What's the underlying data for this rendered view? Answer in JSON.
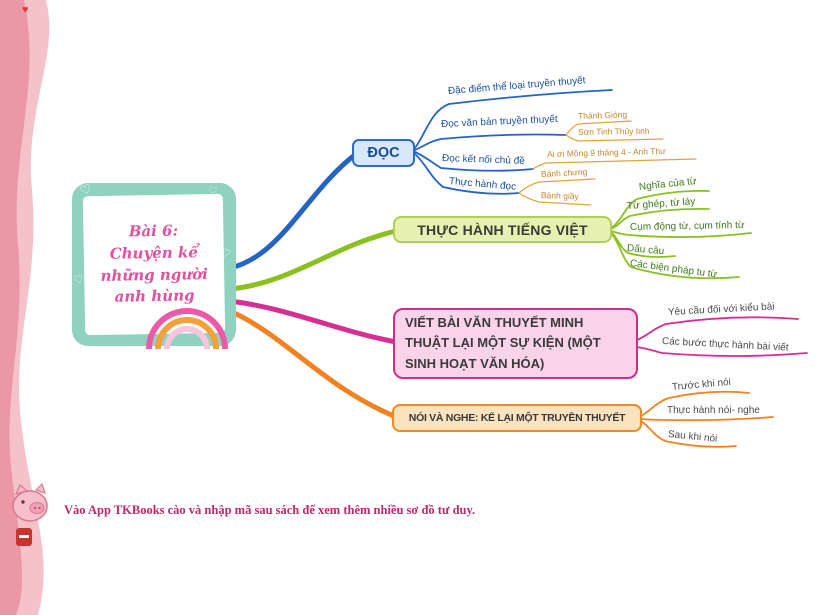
{
  "center": {
    "lines": [
      "Bài 6:",
      "Chuyện kể",
      "những người",
      "anh hùng"
    ],
    "text_color": "#e0519f",
    "frame_color": "#8ed2bf"
  },
  "branches": [
    {
      "label": "ĐỌC",
      "color": "#2563c4",
      "fill": "#d6e9f8",
      "children": [
        {
          "label": "Đặc điểm thể loại truyền thuyết"
        },
        {
          "label": "Đọc văn bản truyền thuyết",
          "children": [
            {
              "label": "Thánh Gióng"
            },
            {
              "label": "Sơn Tinh Thủy tinh"
            }
          ]
        },
        {
          "label": "Đọc kết nối chủ đề",
          "children": [
            {
              "label": "Ai ơi Mồng 9 tháng 4 - Anh Thư"
            }
          ]
        },
        {
          "label": "Thực hành đọc",
          "children": [
            {
              "label": "Bánh chưng"
            },
            {
              "label": "Bánh giầy"
            }
          ]
        }
      ]
    },
    {
      "label": "THỰC HÀNH TIẾNG VIỆT",
      "color": "#8cc020",
      "fill": "#e6f0b0",
      "children": [
        {
          "label": "Nghĩa của từ"
        },
        {
          "label": "Từ ghép, từ láy"
        },
        {
          "label": "Cụm động từ, cụm tính từ"
        },
        {
          "label": "Dấu câu"
        },
        {
          "label": "Các biện pháp tu từ"
        }
      ]
    },
    {
      "label": "VIẾT BÀI VĂN THUYẾT MINH THUẬT LẠI MỘT SỰ KIỆN (MỘT SINH HOẠT VĂN HÓA)",
      "label_lines": [
        "VIẾT BÀI VĂN THUYẾT MINH",
        "THUẬT LẠI MỘT SỰ KIỆN (MỘT",
        "SINH HOẠT VĂN HÓA)"
      ],
      "color": "#d62f92",
      "fill": "#f8d3e9",
      "children": [
        {
          "label": "Yêu cầu đối với kiểu bài"
        },
        {
          "label": "Các bước thực hành bài viết"
        }
      ]
    },
    {
      "label": "NÓI VÀ NGHE: KỂ LẠI MỘT TRUYỀN THUYẾT",
      "color": "#f08221",
      "fill": "#fce3c0",
      "children": [
        {
          "label": "Trước khi nói"
        },
        {
          "label": "Thực hành nói- nghe"
        },
        {
          "label": "Sau khi nói"
        }
      ]
    }
  ],
  "footer": {
    "note": "Vào App TKBooks cào và nhập mã sau sách để xem thêm nhiều sơ đồ tư duy.",
    "color": "#c2266b"
  }
}
